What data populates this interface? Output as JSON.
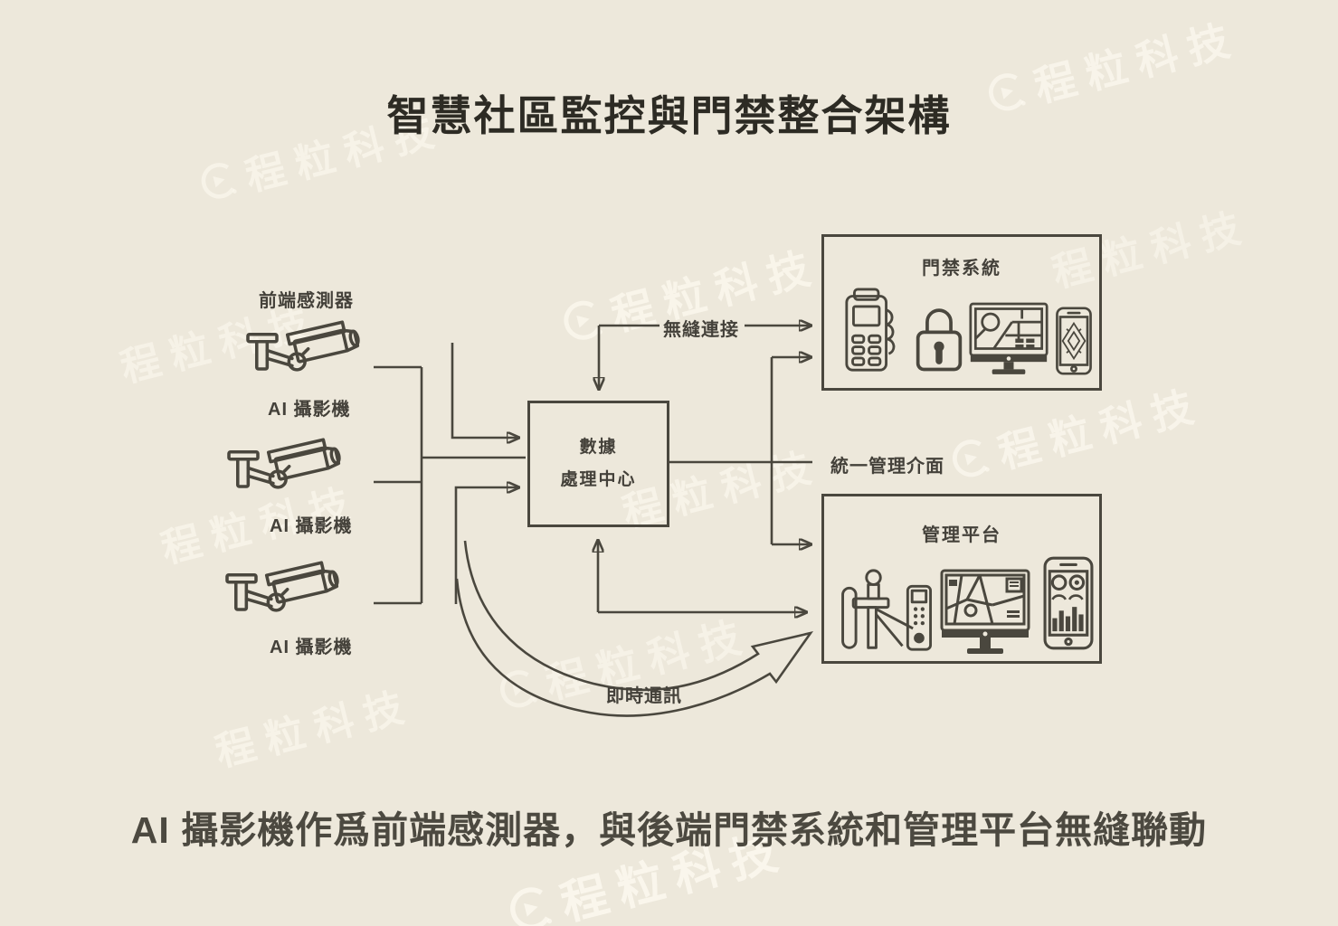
{
  "title": "智慧社區監控與門禁整合架構",
  "caption": "AI 攝影機作爲前端感測器，與後端門禁系統和管理平台無縫聯動",
  "watermark": {
    "text": "程粒科技",
    "logo": "c-swirl-logo"
  },
  "sensors": {
    "group_label": "前端感測器",
    "cameras": [
      {
        "label": "AI 攝影機",
        "icon": "cctv-camera-icon"
      },
      {
        "label": "AI 攝影機",
        "icon": "cctv-camera-icon"
      },
      {
        "label": "AI 攝影機",
        "icon": "cctv-camera-icon"
      }
    ]
  },
  "processing_center": {
    "line1": "數據",
    "line2": "處理中心"
  },
  "access_system": {
    "title": "門禁系統",
    "icons": [
      "card-reader-icon",
      "padlock-icon",
      "monitor-map-icon",
      "phone-qr-icon"
    ]
  },
  "management_platform": {
    "title": "管理平台",
    "icons": [
      "turnstile-icon",
      "monitor-map-icon",
      "phone-dashboard-icon"
    ]
  },
  "connections": {
    "seamless": "無縫連接",
    "unified": "統一管理介面",
    "realtime": "即時通訊"
  },
  "colors": {
    "background": "#EDE8DB",
    "line": "#4A473E",
    "title": "#2D2B24",
    "caption": "#4C4940"
  }
}
